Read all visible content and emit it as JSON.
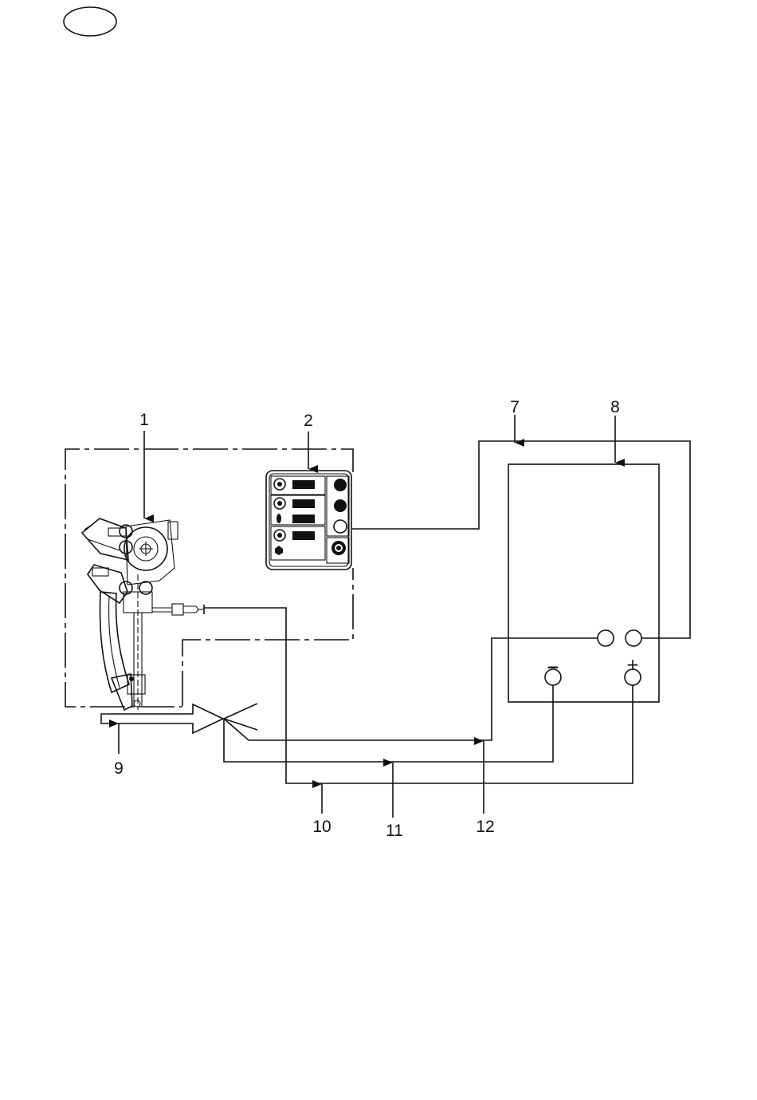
{
  "labels": {
    "l1": "1",
    "l2": "2",
    "l7": "7",
    "l8": "8",
    "l9": "9",
    "l10": "10",
    "l11": "11",
    "l12": "12"
  },
  "terminals": {
    "minus": "−",
    "plus": "+"
  },
  "colors": {
    "line": "#111111",
    "background": "#ffffff"
  }
}
